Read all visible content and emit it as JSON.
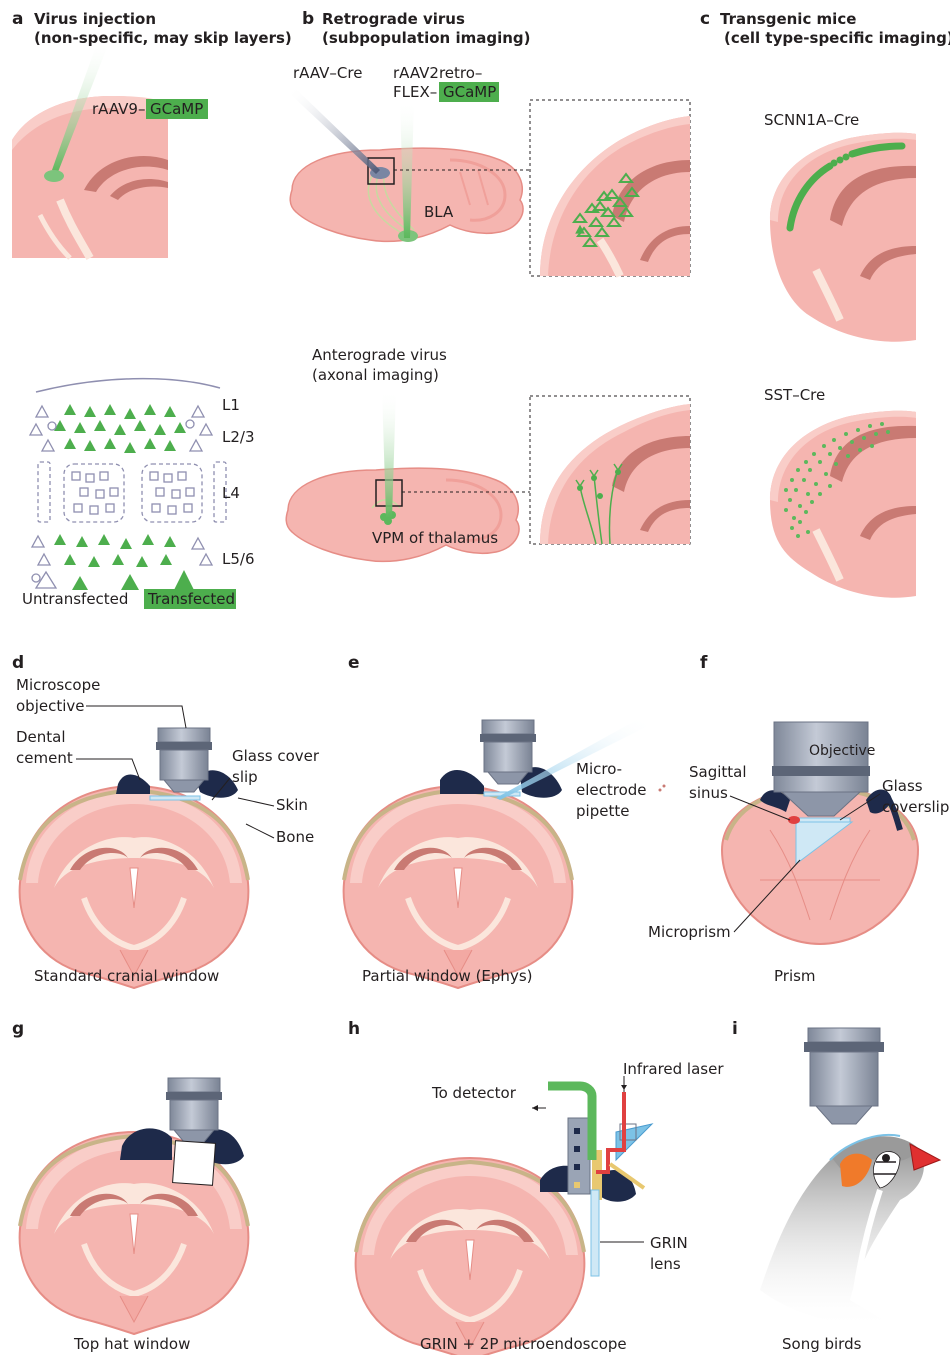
{
  "panels": {
    "a": {
      "letter": "a",
      "title_1": "Virus injection",
      "title_2": "(non-specific, may skip layers)",
      "virus_prefix": "rAAV9–",
      "virus_highlight": "GCaMP"
    },
    "b": {
      "letter": "b",
      "title_1": "Retrograde virus",
      "title_2": "(subpopulation imaging)",
      "cre_virus": "rAAV–Cre",
      "flex_line_1": "rAAV2retro–",
      "flex_line_2_prefix": "FLEX–",
      "flex_highlight": "GCaMP",
      "region": "BLA",
      "antero_1": "Anterograde virus",
      "antero_2": "(axonal imaging)",
      "thalamus": "VPM of thalamus"
    },
    "c": {
      "letter": "c",
      "title_1": "Transgenic mice",
      "title_2": "(cell type-specific imaging)",
      "line_1": "SCNN1A–Cre",
      "line_2": "SST–Cre"
    },
    "layers": {
      "l1": "L1",
      "l23": "L2/3",
      "l4": "L4",
      "l56": "L5/6",
      "untransfected": "Untransfected",
      "transfected": "Transfected"
    },
    "d": {
      "letter": "d",
      "objective_1": "Microscope",
      "objective_2": "objective",
      "cement_1": "Dental",
      "cement_2": "cement",
      "cover_1": "Glass cover",
      "cover_2": "slip",
      "skin": "Skin",
      "bone": "Bone",
      "caption": "Standard cranial window"
    },
    "e": {
      "letter": "e",
      "pipette_1": "Micro-",
      "pipette_2": "electrode",
      "pipette_3": "pipette",
      "caption": "Partial window (Ephys)"
    },
    "f": {
      "letter": "f",
      "objective": "Objective",
      "sinus_1": "Sagittal",
      "sinus_2": "sinus",
      "glass_1": "Glass",
      "glass_2": "coverslip",
      "microprism": "Microprism",
      "caption": "Prism"
    },
    "g": {
      "letter": "g",
      "caption": "Top hat window"
    },
    "h": {
      "letter": "h",
      "laser": "Infrared laser",
      "detector": "To detector",
      "grin_1": "GRIN",
      "grin_2": "lens",
      "caption": "GRIN + 2P microendoscope"
    },
    "i": {
      "letter": "i",
      "caption": "Song birds"
    }
  },
  "colors": {
    "brain_pink": "#f5b5b0",
    "cortex_pink": "#f9cdc8",
    "white_matter": "#fbe6dc",
    "hippocampus": "#c97a73",
    "gcamp_green": "#5cb85c",
    "highlight_green": "#4dae4d",
    "objective_grey": "#9aa4b5",
    "cement_navy": "#1e2a4a",
    "glass_blue": "#cfe8f5"
  }
}
